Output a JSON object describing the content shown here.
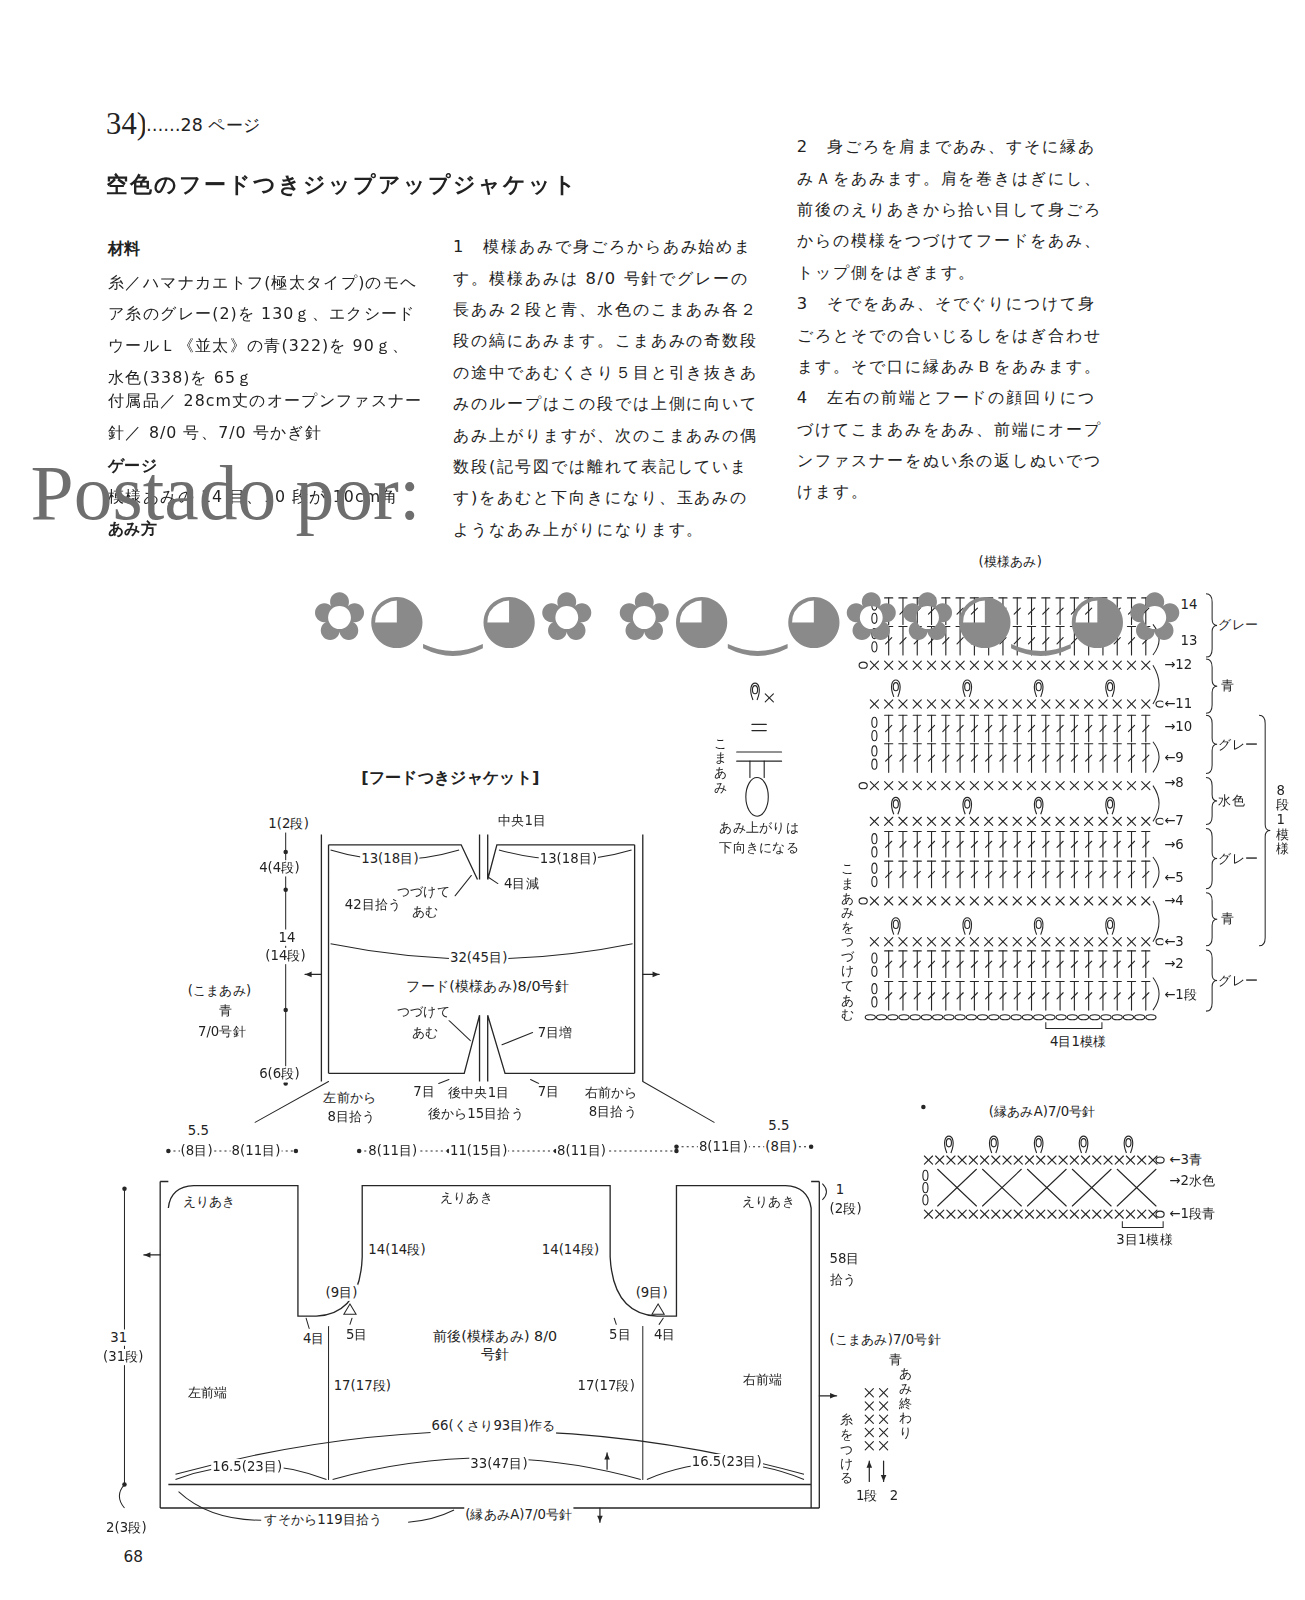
{
  "diagram": {
    "title": "空色のフードつきジップアップジャケット",
    "nodes": [
      {
        "text": [
          "フード(模様あみ)8/0号針"
        ]
      },
      {
        "text": [
          "前後(模様あみ) 8/0号針"
        ]
      }
    ],
    "labels": [
      "34)",
      "……28 ページ",
      "材料",
      "糸／ハマナカエトフ(極太タイプ)のモヘア糸のグレー(2)を 130ｇ、エクシードウールＬ《並太》の青(322)を 90ｇ、水色(338)を 65ｇ",
      "付属品／ 28cm丈のオープンファスナー",
      "針／ 8/0 号、7/0 号かぎ針",
      "ゲージ",
      "模様あみの 14 目、10 段が 10cm角",
      "あみ方",
      "1　模様あみで身ごろからあみ始めます。模様あみは 8/0 号針でグレーの長あみ２段と青、水色のこまあみ各２段の縞にあみます。こまあみの奇数段の途中であむくさり５目と引き抜きあみのループはこの段では上側に向いてあみ上がりますが、次のこまあみの偶数段(記号図では離れて表記しています)をあむと下向きになり、玉あみのようなあみ上がりになります。",
      "2　身ごろを肩まであみ、すそに縁あみＡをあみます。肩を巻きはぎにし、前後のえりあきから拾い目して身ごろからの模様をつづけてフードをあみ、トップ側をはぎます。",
      "3　そでをあみ、そでぐりにつけて身ごろとそでの合いじるしをはぎ合わせます。そで口に縁あみＢをあみます。",
      "4　左右の前端とフードの顔回りにつづけてこまあみをあみ、前端にオープンファスナーをぬい糸の返しぬいでつけます。",
      "Postado por:",
      "✿◕‿◕✿ ✿◕‿◕✿✿◕‿◕✿",
      "(模様あみ)",
      "14",
      "13",
      "→12",
      "←11",
      "→10",
      "←9",
      "→8",
      "←7",
      "→6",
      "←5",
      "→4",
      "←3",
      "→2",
      "←1段",
      "グレー",
      "青",
      "グレー",
      "水色",
      "グレー",
      "青",
      "グレー",
      "8段1模様",
      "4目1模様",
      "こまあみをつづけてあむ",
      "こまあみ",
      "あみ上がりは",
      "下向きになる",
      "[フードつきジャケット]",
      "1(2段)",
      "4(4段)",
      "14",
      "(14段)",
      "(こまあみ)",
      "青",
      "7/0号針",
      "6(6段)",
      "13(18目)",
      "中央1目",
      "13(18目)",
      "4目減",
      "つづけて",
      "あむ",
      "42目拾う",
      "32(45目)",
      "つづけて",
      "あむ",
      "7目増",
      "左前から",
      "8目拾う",
      "7目",
      "後中央1目",
      "後から15目拾う",
      "7目",
      "右前から",
      "8目拾う",
      "5.5",
      "(8目)",
      "8(11目)",
      "8(11目)",
      "11(15目)",
      "8(11目)",
      "8(11目)",
      "5.5",
      "(8目)",
      "えりあき",
      "えりあき",
      "えりあき",
      "14(14段)",
      "14(14段)",
      "(9目)",
      "(9目)",
      "4目",
      "5目",
      "5目",
      "4目",
      "17(17段)",
      "17(17段)",
      "左前端",
      "右前端",
      "66(くさり93目)作る",
      "33(47目)",
      "16.5(23目)",
      "16.5(23目)",
      "すそから119目拾う",
      "(縁あみA)7/0号針",
      "31",
      "(31段)",
      "2(3段)",
      "1",
      "(2段)",
      "58目",
      "拾う",
      "(こまあみ)7/0号針",
      "青",
      "あみ終わり",
      "糸をつける",
      "1段",
      "2",
      "(縁あみA)7/0号針",
      "←3青",
      "→2水色",
      "←1段青",
      "3目1模様",
      "68"
    ]
  }
}
